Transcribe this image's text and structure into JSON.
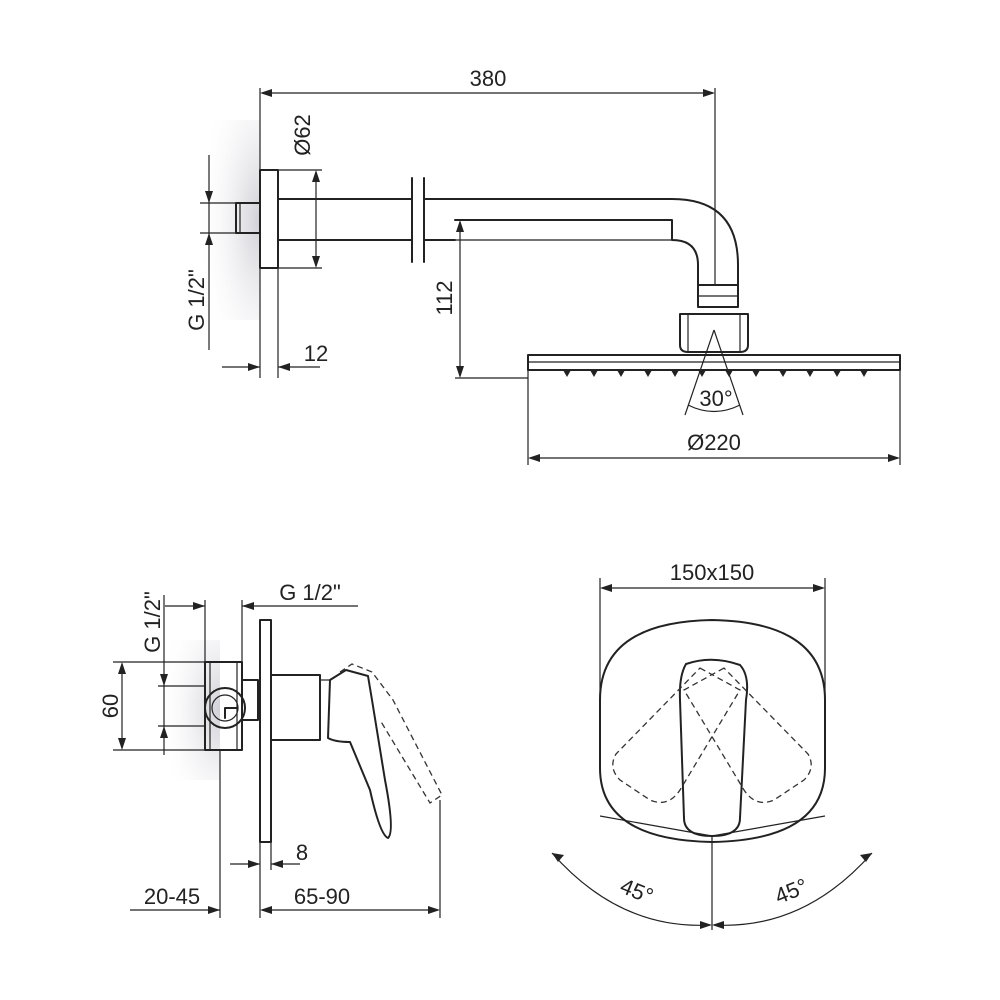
{
  "colors": {
    "line": "#222222",
    "background": "#ffffff",
    "wall_shadow": "#d9d9dd"
  },
  "top_view": {
    "overall_length_label": "380",
    "flange_diameter_label": "Ø62",
    "thread_label": "G 1/2\"",
    "flange_thickness_label": "12",
    "drop_height_label": "112",
    "spray_angle_label": "30°",
    "head_diameter_label": "Ø220"
  },
  "side_view": {
    "thread_top_label": "G 1/2\"",
    "thread_left_label": "G 1/2\"",
    "body_height_label": "60",
    "plate_thickness_label": "8",
    "wall_depth_label": "20-45",
    "projection_label": "65-90"
  },
  "front_view": {
    "plate_size_label": "150x150",
    "left_angle_label": "45°",
    "right_angle_label": "45°"
  }
}
